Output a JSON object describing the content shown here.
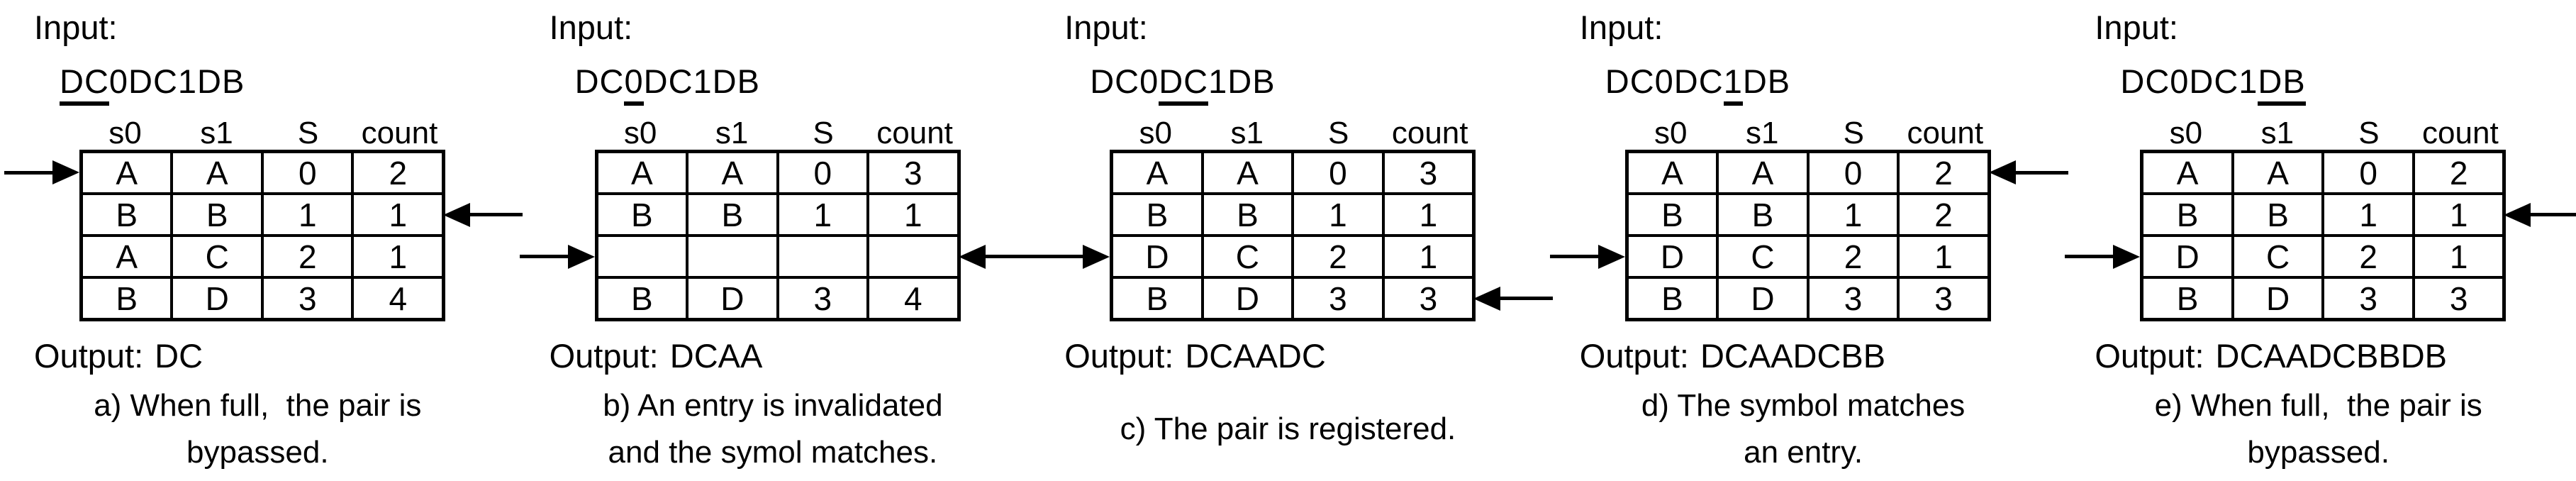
{
  "figure": {
    "columns_legend": [
      "s0",
      "s1",
      "S",
      "count"
    ]
  },
  "panels": [
    {
      "input_label": "Input:",
      "input": {
        "pre": "",
        "underlined": "DC",
        "post": "0DC1DB"
      },
      "table": {
        "headers": [
          "s0",
          "s1",
          "S",
          "count"
        ],
        "rows": [
          [
            "A",
            "A",
            "0",
            "2"
          ],
          [
            "B",
            "B",
            "1",
            "1"
          ],
          [
            "A",
            "C",
            "2",
            "1"
          ],
          [
            "B",
            "D",
            "3",
            "4"
          ]
        ]
      },
      "arrows": {
        "left_row": 0,
        "right_row": 1
      },
      "output_label": "Output:",
      "output_value": "DC",
      "caption_lines": [
        "a) When full,  the pair is",
        "bypassed."
      ]
    },
    {
      "input_label": "Input:",
      "input": {
        "pre": "DC",
        "underlined": "0",
        "post": "DC1DB"
      },
      "table": {
        "headers": [
          "s0",
          "s1",
          "S",
          "count"
        ],
        "rows": [
          [
            "A",
            "A",
            "0",
            "3"
          ],
          [
            "B",
            "B",
            "1",
            "1"
          ],
          [
            "",
            "",
            "",
            ""
          ],
          [
            "B",
            "D",
            "3",
            "4"
          ]
        ]
      },
      "arrows": {
        "left_row": 2,
        "right_row": 2
      },
      "output_label": "Output:",
      "output_value": "DCAA",
      "caption_lines": [
        "b) An entry is invalidated",
        "and the symol matches."
      ]
    },
    {
      "input_label": "Input:",
      "input": {
        "pre": "DC0",
        "underlined": "DC",
        "post": "1DB"
      },
      "table": {
        "headers": [
          "s0",
          "s1",
          "S",
          "count"
        ],
        "rows": [
          [
            "A",
            "A",
            "0",
            "3"
          ],
          [
            "B",
            "B",
            "1",
            "1"
          ],
          [
            "D",
            "C",
            "2",
            "1"
          ],
          [
            "B",
            "D",
            "3",
            "3"
          ]
        ]
      },
      "arrows": {
        "left_row": 2,
        "right_row": 3
      },
      "output_label": "Output:",
      "output_value": "DCAADC",
      "caption_lines": [
        "c) The pair is registered."
      ]
    },
    {
      "input_label": "Input:",
      "input": {
        "pre": "DC0DC",
        "underlined": "1",
        "post": "DB"
      },
      "table": {
        "headers": [
          "s0",
          "s1",
          "S",
          "count"
        ],
        "rows": [
          [
            "A",
            "A",
            "0",
            "2"
          ],
          [
            "B",
            "B",
            "1",
            "2"
          ],
          [
            "D",
            "C",
            "2",
            "1"
          ],
          [
            "B",
            "D",
            "3",
            "3"
          ]
        ]
      },
      "arrows": {
        "left_row": 2,
        "right_row": 0
      },
      "output_label": "Output:",
      "output_value": "DCAADCBB",
      "caption_lines": [
        "d) The symbol matches",
        "an entry."
      ]
    },
    {
      "input_label": "Input:",
      "input": {
        "pre": "DC0DC1",
        "underlined": "DB",
        "post": ""
      },
      "table": {
        "headers": [
          "s0",
          "s1",
          "S",
          "count"
        ],
        "rows": [
          [
            "A",
            "A",
            "0",
            "2"
          ],
          [
            "B",
            "B",
            "1",
            "1"
          ],
          [
            "D",
            "C",
            "2",
            "1"
          ],
          [
            "B",
            "D",
            "3",
            "3"
          ]
        ]
      },
      "arrows": {
        "left_row": 2,
        "right_row": 1
      },
      "output_label": "Output:",
      "output_value": "DCAADCBBDB",
      "caption_lines": [
        "e) When full,  the pair is",
        "bypassed."
      ]
    }
  ]
}
